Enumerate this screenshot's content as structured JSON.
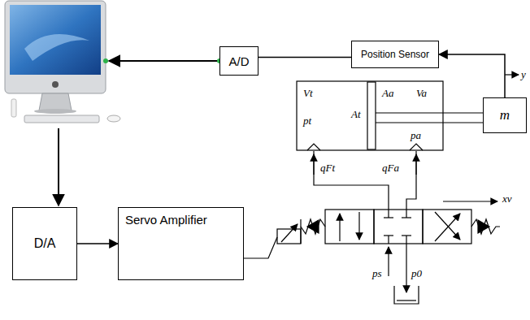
{
  "diagram": {
    "nodes": [
      {
        "text": [
          "A/D"
        ]
      },
      {
        "text": [
          "Position Sensor"
        ]
      },
      {
        "text": [
          "m"
        ]
      },
      {
        "text": [
          "D/A"
        ]
      },
      {
        "text": [
          "Servo Amplifier"
        ]
      }
    ],
    "edges": [
      {
        "from": 1,
        "to": 0,
        "arrow": "none"
      },
      {
        "from": 2,
        "to": 1,
        "arrow": "to"
      },
      {
        "from": 3,
        "to": 4,
        "arrow": "to"
      }
    ],
    "labels": [
      "Vt",
      "At",
      "pt",
      "Aa",
      "Va",
      "pa",
      "y",
      "qFt",
      "qFa",
      "xv",
      "ps",
      "p0"
    ]
  }
}
